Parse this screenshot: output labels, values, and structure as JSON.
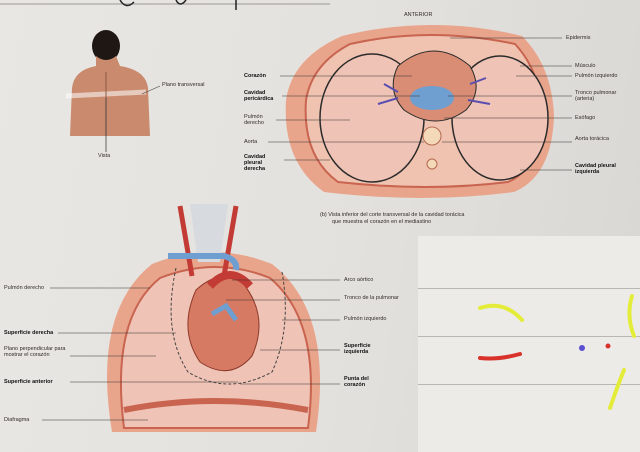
{
  "fig_top": {
    "heading": "ANTERIOR",
    "caption_line1": "(b) Vista inferior del corte transversal de la cavidad torácica",
    "caption_line2": "que muestra el corazón en el mediastino",
    "label_epidermis": "Epidermis",
    "label_musculo": "Músculo",
    "label_pulmon_izq": "Pulmón izquierdo",
    "label_tronco": "Tronco pulmonar (arteria)",
    "label_esofago": "Esófago",
    "label_aorta_r": "Aorta torácica",
    "label_cav_pleural_izq": "Cavidad pleural izquierda",
    "label_corazon": "Corazón",
    "label_cav_pericardica": "Cavidad pericárdica",
    "label_pulmon_der": "Pulmón derecho",
    "label_aorta_l": "Aorta",
    "label_cav_pleural_der": "Cavidad pleural derecha"
  },
  "fig_person": {
    "label_plano": "Plano transversal",
    "label_vista": "Vista"
  },
  "fig_bottom": {
    "label_arco": "Arco aórtico",
    "label_tronco": "Tronco de la pulmonar",
    "label_pulmon_izq": "Pulmón izquierdo",
    "label_sup_izq": "Superficie izquierda",
    "label_punta": "Punta del corazón",
    "label_pulmon_der": "Pulmón derecho",
    "label_sup_der": "Superficie derecha",
    "label_plano": "Plano perpendicular para mostrar el corazón",
    "label_sup_ant": "Superficie anterior",
    "label_diafragma": "Diafragma"
  },
  "colors": {
    "tissue": "#e9a58c",
    "tissue_dark": "#c8644f",
    "lung": "#efc3b5",
    "vessel_blue": "#6f9fd0",
    "vessel_red": "#c23b35",
    "marker_yellow": "#e4ec3a",
    "marker_red": "#d8322b",
    "marker_violet": "#5a4fd0"
  }
}
